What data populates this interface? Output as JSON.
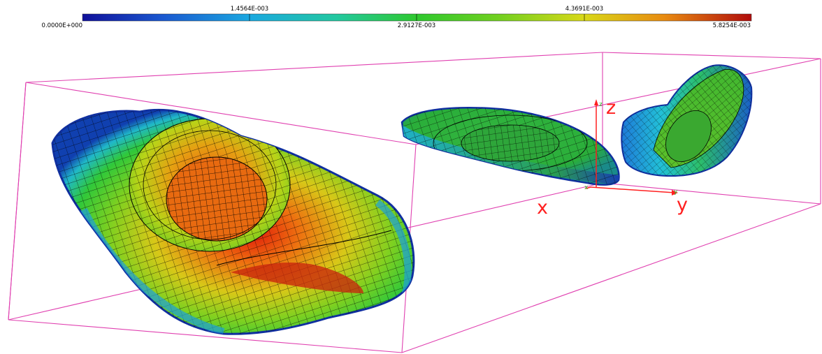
{
  "colorbar": {
    "min_label": "0.0000E+000",
    "q1_label": "1.4564E-003",
    "mid_label": "2.9127E-003",
    "q3_label": "4.3691E-003",
    "max_label": "5.8254E-003",
    "colors": [
      "#1010a0",
      "#1d6fd8",
      "#1fb8e0",
      "#2ec84a",
      "#38c020",
      "#b8d818",
      "#f0b010",
      "#e04010",
      "#b01010"
    ]
  },
  "axes": {
    "x_big": "x",
    "y_big": "y",
    "z_big": "z",
    "x_small": "x",
    "y_small": "y",
    "z_small": "z",
    "x_color": "#ff2020",
    "tick_color": "#2ec02e"
  },
  "bounding_box_color": "#e040b0",
  "mesh_color": "#000000"
}
